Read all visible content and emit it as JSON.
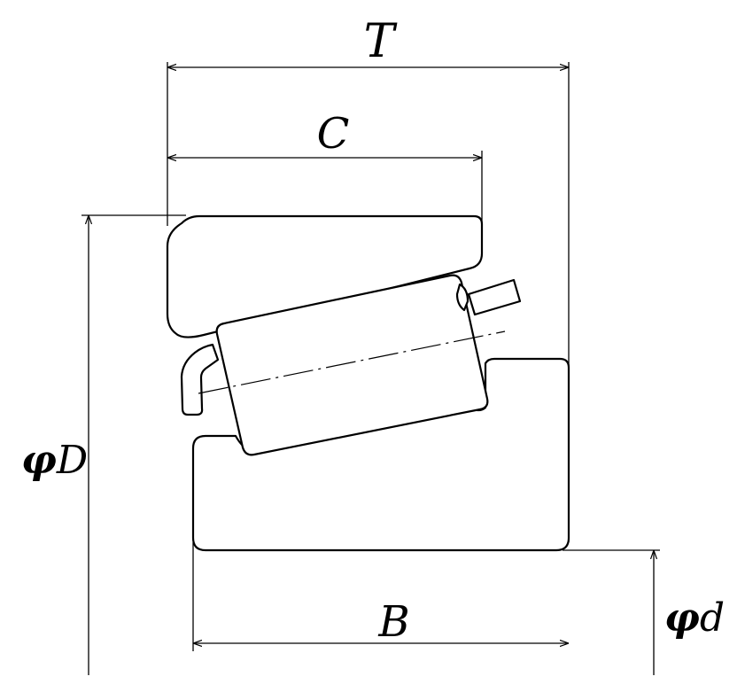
{
  "diagram": {
    "labels": {
      "T": "T",
      "C": "C",
      "B": "B",
      "D_symbol": "φ",
      "D_letter": "D",
      "d_symbol": "φ",
      "d_letter": "d"
    }
  }
}
